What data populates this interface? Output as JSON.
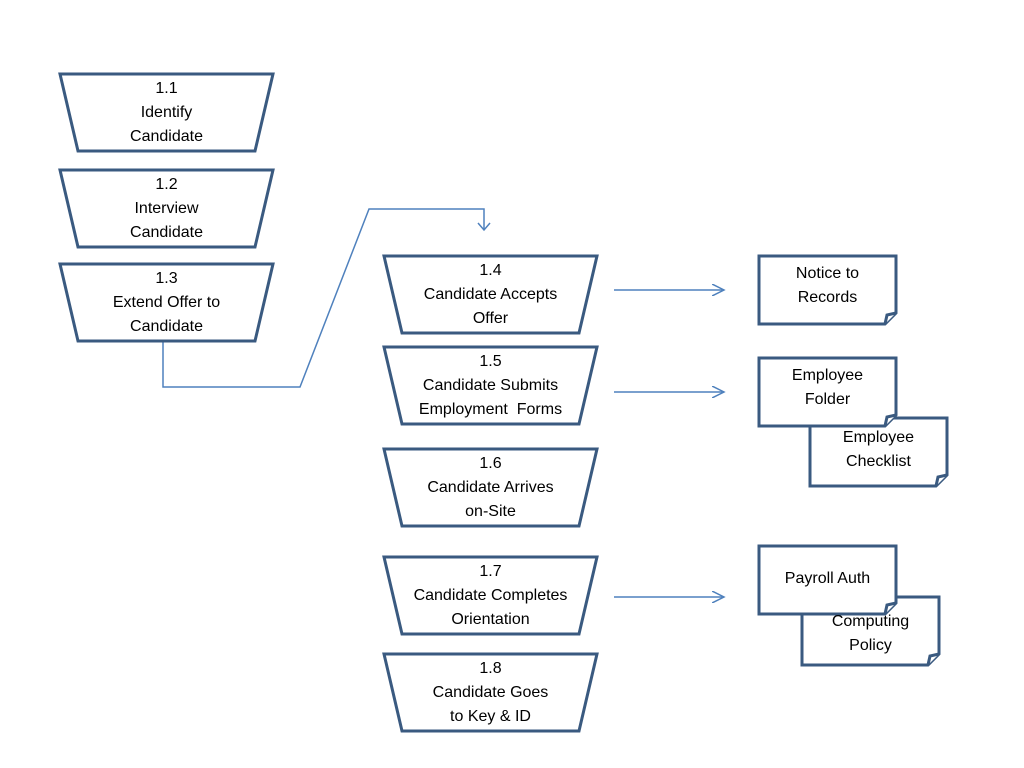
{
  "colors": {
    "shape_stroke": "#3a5a80",
    "connector": "#4f81bd",
    "background": "#ffffff"
  },
  "process_steps": [
    {
      "number": "1.1",
      "line1": "Identify",
      "line2": "Candidate"
    },
    {
      "number": "1.2",
      "line1": "Interview",
      "line2": "Candidate"
    },
    {
      "number": "1.3",
      "line1": "Extend Offer to",
      "line2": "Candidate"
    },
    {
      "number": "1.4",
      "line1": "Candidate Accepts",
      "line2": "Offer"
    },
    {
      "number": "1.5",
      "line1": "Candidate Submits",
      "line2": "Employment  Forms"
    },
    {
      "number": "1.6",
      "line1": "Candidate Arrives",
      "line2": "on-Site"
    },
    {
      "number": "1.7",
      "line1": "Candidate Completes",
      "line2": "Orientation"
    },
    {
      "number": "1.8",
      "line1": "Candidate Goes",
      "line2": "to Key & ID"
    }
  ],
  "documents": [
    {
      "line1": "Notice to",
      "line2": "Records"
    },
    {
      "line1": "Employee",
      "line2": "Folder"
    },
    {
      "line1": "Employee",
      "line2": "Checklist"
    },
    {
      "line1": "Payroll Auth",
      "line2": ""
    },
    {
      "line1": "Computing",
      "line2": "Policy"
    }
  ]
}
